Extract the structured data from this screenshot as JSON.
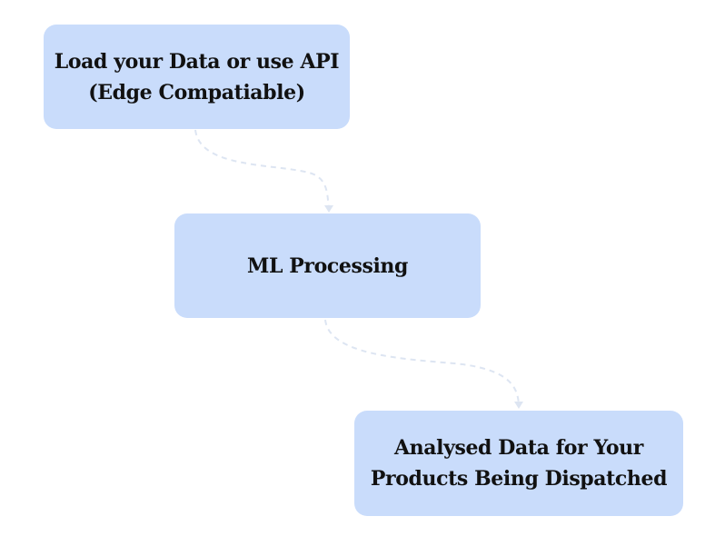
{
  "diagram": {
    "nodes": [
      {
        "id": "load-data",
        "label": "Load your Data or use API\n(Edge Compatiable)"
      },
      {
        "id": "ml-processing",
        "label": "ML Processing"
      },
      {
        "id": "analysed-data",
        "label": "Analysed Data for Your\nProducts Being Dispatched"
      }
    ],
    "edges": [
      {
        "from": "load-data",
        "to": "ml-processing"
      },
      {
        "from": "ml-processing",
        "to": "analysed-data"
      }
    ],
    "colors": {
      "node_fill": "#c9dcfb",
      "text": "#111111",
      "connector": "#dde5f2",
      "background": "#ffffff"
    }
  }
}
